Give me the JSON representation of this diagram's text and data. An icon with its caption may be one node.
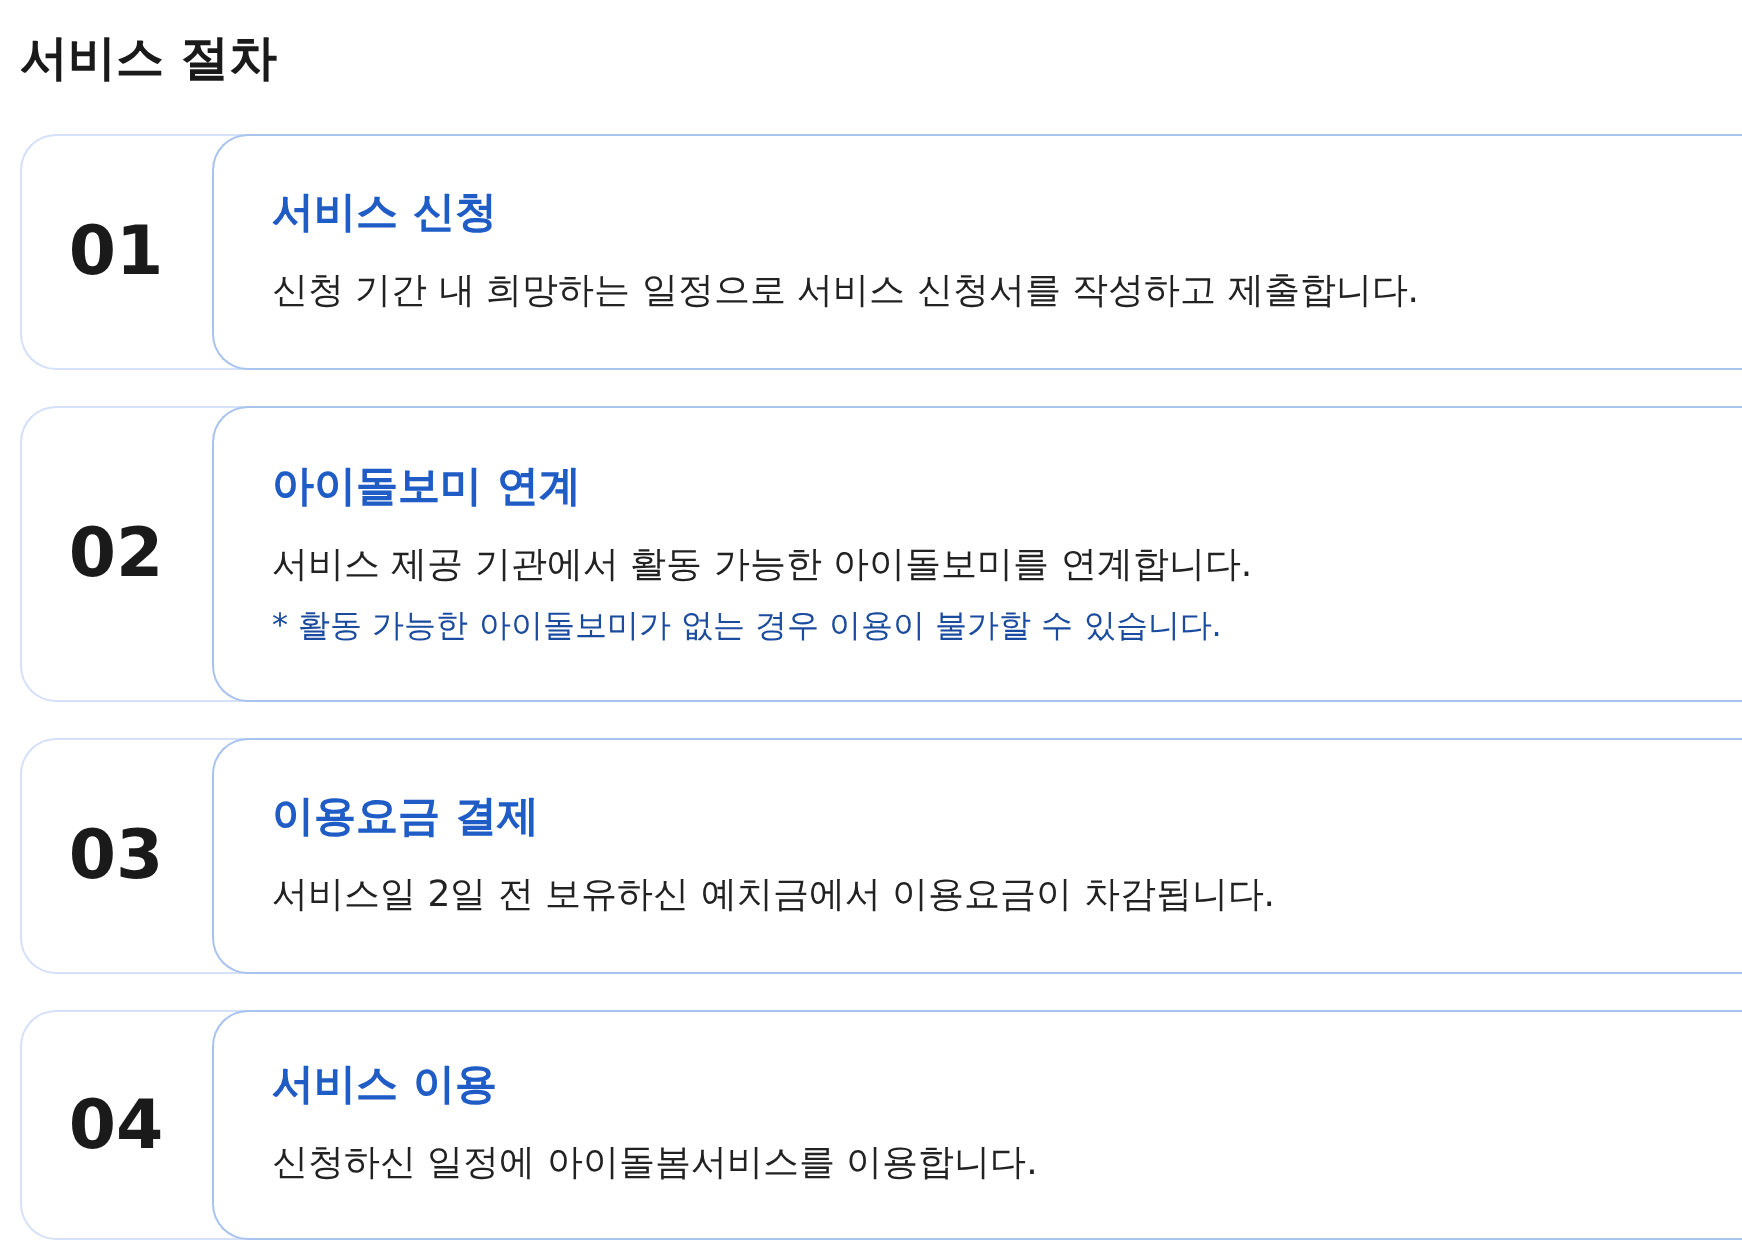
{
  "diagram": {
    "title": "서비스 절차",
    "nodes": [
      {
        "text": [
          "01"
        ]
      },
      {
        "text": [
          "서비스 신청",
          "신청 기간 내 희망하는 일정으로 서비스 신청서를 작성하고 제출합니다."
        ],
        "in": 0
      },
      {
        "text": [
          "02"
        ]
      },
      {
        "text": [
          "아이돌보미 연계",
          "서비스 제공 기관에서 활동 가능한 아이돌보미를 연계합니다.",
          "* 활동 가능한 아이돌보미가 없는 경우 이용이 불가할 수 있습니다."
        ],
        "in": 2
      },
      {
        "text": [
          "03"
        ]
      },
      {
        "text": [
          "이용요금 결제",
          "서비스일 2일 전 보유하신 예치금에서 이용요금이 차감됩니다."
        ],
        "in": 4
      },
      {
        "text": [
          "04"
        ]
      },
      {
        "text": [
          "서비스 이용",
          "신청하신 일정에 아이돌봄서비스를 이용합니다."
        ],
        "in": 6
      }
    ]
  }
}
